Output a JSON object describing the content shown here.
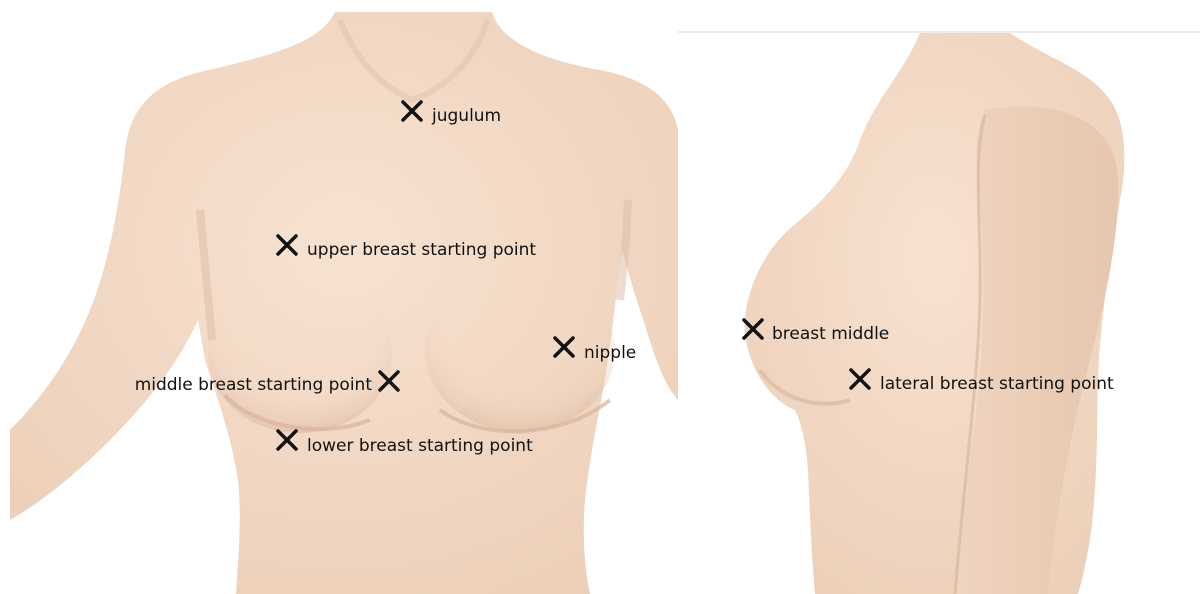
{
  "colors": {
    "skin": "#f4dcc9",
    "skin_shade": "#e3c2aa",
    "marker": "#111111",
    "background": "#ffffff"
  },
  "front_view": {
    "labels": {
      "jugulum": "jugulum",
      "upper": "upper breast starting point",
      "nipple": "nipple",
      "middle": "middle breast starting point",
      "lower": "lower breast starting point"
    }
  },
  "side_view": {
    "labels": {
      "breast_middle": "breast middle",
      "lateral": "lateral breast starting point"
    }
  }
}
